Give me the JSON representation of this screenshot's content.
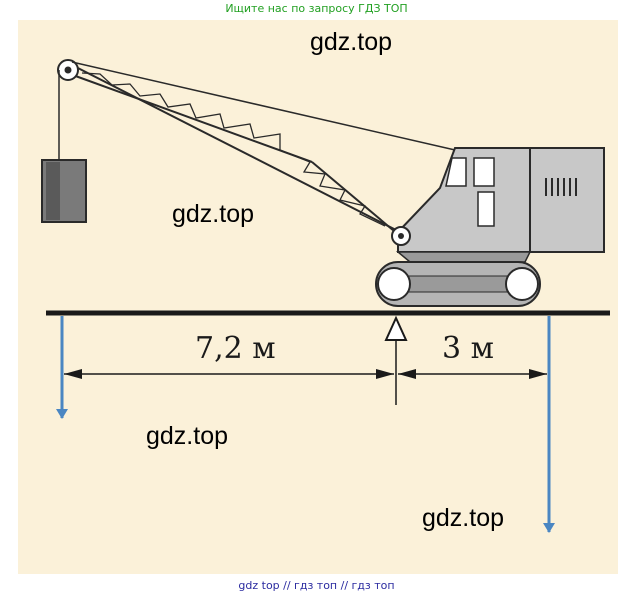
{
  "banner": "Ищите нас по запросу ГДЗ ТОП",
  "watermarks": [
    "gdz.top",
    "gdz.top",
    "gdz.top",
    "gdz.top"
  ],
  "dimensions": {
    "left": "7,2 м",
    "right": "3 м"
  },
  "footer": "gdz top  //  гдз топ  //  гдз топ",
  "colors": {
    "background": "#fbf1d9",
    "force_arrow": "#4a86c2",
    "crane": "#c8c8c8"
  }
}
